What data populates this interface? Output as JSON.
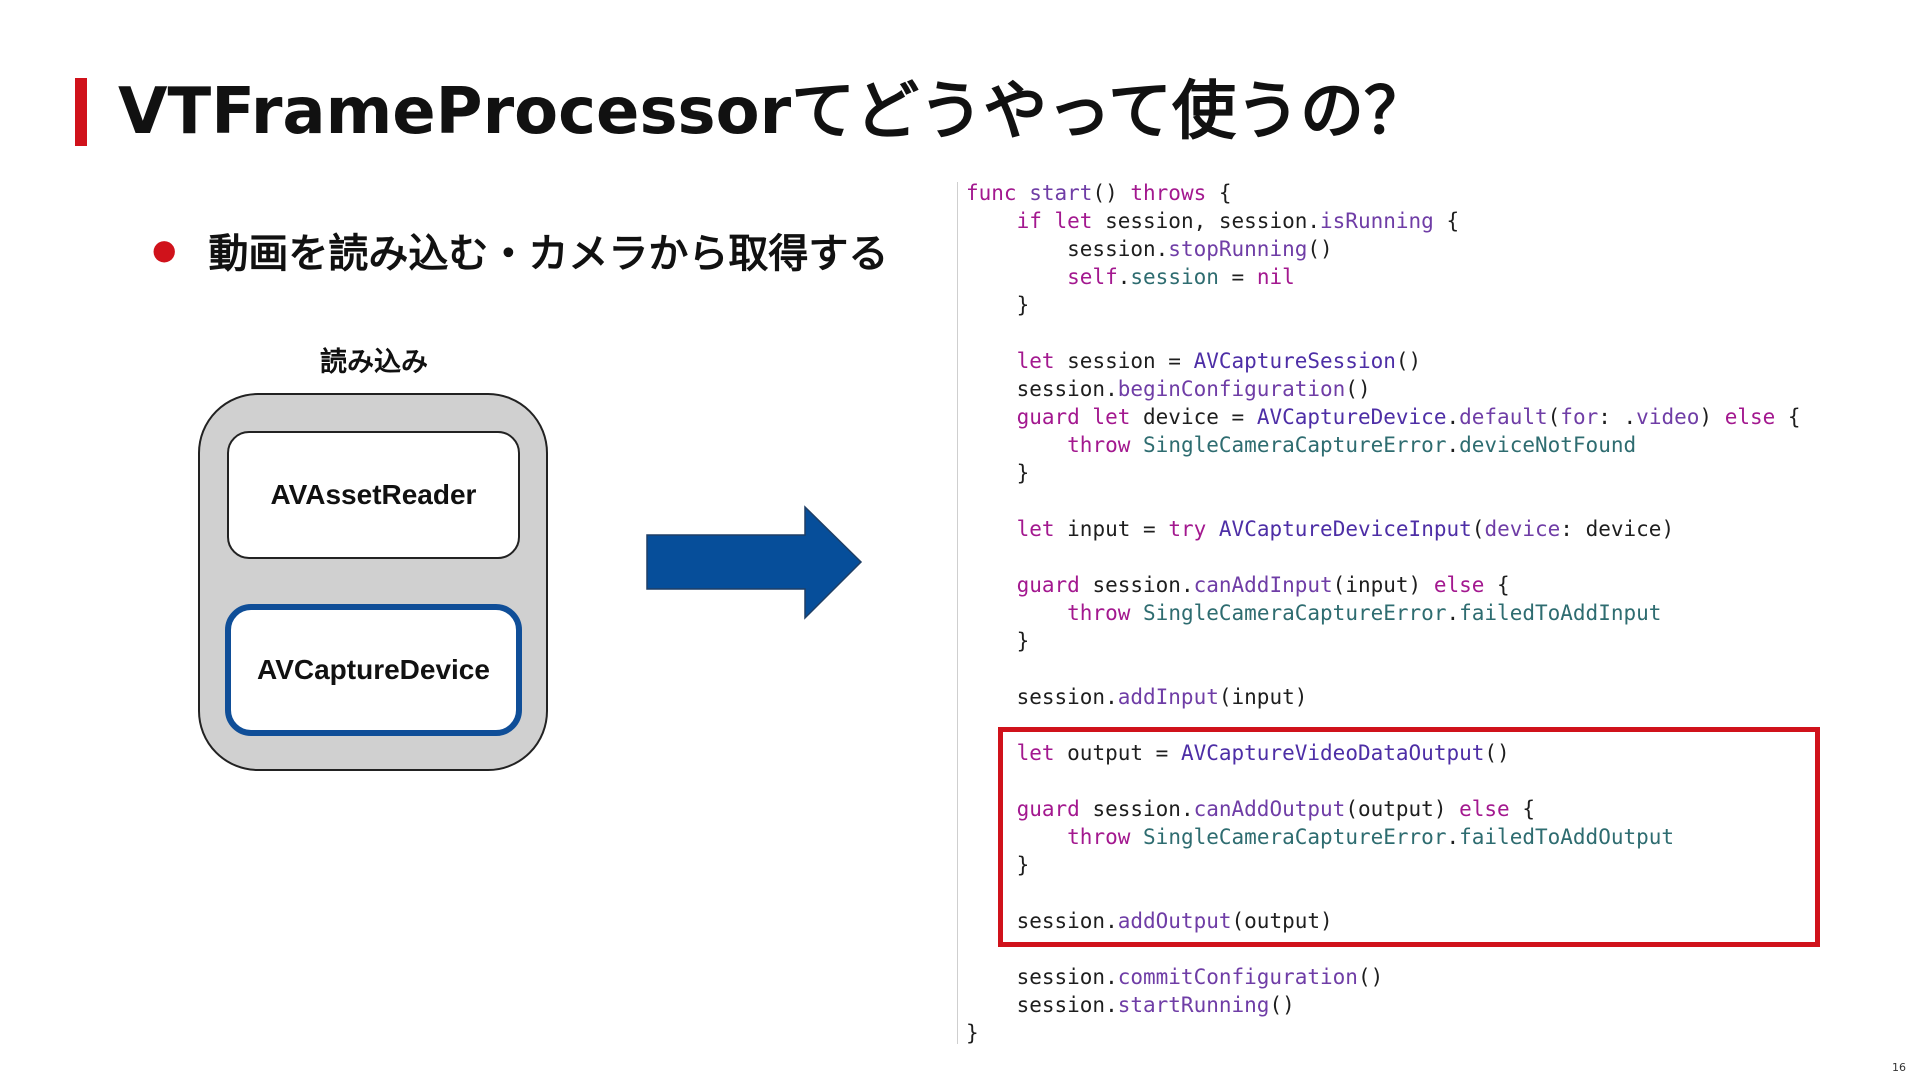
{
  "slide": {
    "title": "VTFrameProcessorてどうやって使うの？",
    "bullet": "動画を読み込む・カメラから取得する",
    "page_number": "16"
  },
  "diagram": {
    "label": "読み込み",
    "reader_label": "AVAssetReader",
    "device_label": "AVCaptureDevice"
  },
  "colors": {
    "accent_red": "#d0121b",
    "arrow_blue": "#064e9a",
    "device_border": "#0f4e98",
    "keyword": "#a3188f",
    "type": "#4d2ea6",
    "method": "#6f3da6",
    "enum_case": "#2e6c70",
    "plain": "#1e1e1e"
  },
  "code": {
    "lines": [
      [
        {
          "t": "func ",
          "c": "keyword"
        },
        {
          "t": "start",
          "c": "method"
        },
        {
          "t": "() ",
          "c": "plain"
        },
        {
          "t": "throws",
          "c": "keyword"
        },
        {
          "t": " {",
          "c": "plain"
        }
      ],
      [
        {
          "t": "    ",
          "c": "plain"
        },
        {
          "t": "if let",
          "c": "keyword"
        },
        {
          "t": " session, session.",
          "c": "plain"
        },
        {
          "t": "isRunning",
          "c": "method"
        },
        {
          "t": " {",
          "c": "plain"
        }
      ],
      [
        {
          "t": "        session.",
          "c": "plain"
        },
        {
          "t": "stopRunning",
          "c": "method"
        },
        {
          "t": "()",
          "c": "plain"
        }
      ],
      [
        {
          "t": "        ",
          "c": "plain"
        },
        {
          "t": "self",
          "c": "keyword"
        },
        {
          "t": ".",
          "c": "plain"
        },
        {
          "t": "session",
          "c": "enum_case"
        },
        {
          "t": " = ",
          "c": "plain"
        },
        {
          "t": "nil",
          "c": "keyword"
        }
      ],
      [
        {
          "t": "    }",
          "c": "plain"
        }
      ],
      [],
      [
        {
          "t": "    ",
          "c": "plain"
        },
        {
          "t": "let",
          "c": "keyword"
        },
        {
          "t": " session = ",
          "c": "plain"
        },
        {
          "t": "AVCaptureSession",
          "c": "type"
        },
        {
          "t": "()",
          "c": "plain"
        }
      ],
      [
        {
          "t": "    session.",
          "c": "plain"
        },
        {
          "t": "beginConfiguration",
          "c": "method"
        },
        {
          "t": "()",
          "c": "plain"
        }
      ],
      [
        {
          "t": "    ",
          "c": "plain"
        },
        {
          "t": "guard let",
          "c": "keyword"
        },
        {
          "t": " device = ",
          "c": "plain"
        },
        {
          "t": "AVCaptureDevice",
          "c": "type"
        },
        {
          "t": ".",
          "c": "plain"
        },
        {
          "t": "default",
          "c": "method"
        },
        {
          "t": "(",
          "c": "plain"
        },
        {
          "t": "for",
          "c": "method"
        },
        {
          "t": ": .",
          "c": "plain"
        },
        {
          "t": "video",
          "c": "method"
        },
        {
          "t": ") ",
          "c": "plain"
        },
        {
          "t": "else",
          "c": "keyword"
        },
        {
          "t": " {",
          "c": "plain"
        }
      ],
      [
        {
          "t": "        ",
          "c": "plain"
        },
        {
          "t": "throw",
          "c": "keyword"
        },
        {
          "t": " ",
          "c": "plain"
        },
        {
          "t": "SingleCameraCaptureError",
          "c": "enum_case"
        },
        {
          "t": ".",
          "c": "plain"
        },
        {
          "t": "deviceNotFound",
          "c": "enum_case"
        }
      ],
      [
        {
          "t": "    }",
          "c": "plain"
        }
      ],
      [],
      [
        {
          "t": "    ",
          "c": "plain"
        },
        {
          "t": "let",
          "c": "keyword"
        },
        {
          "t": " input = ",
          "c": "plain"
        },
        {
          "t": "try",
          "c": "keyword"
        },
        {
          "t": " ",
          "c": "plain"
        },
        {
          "t": "AVCaptureDeviceInput",
          "c": "type"
        },
        {
          "t": "(",
          "c": "plain"
        },
        {
          "t": "device",
          "c": "method"
        },
        {
          "t": ": device)",
          "c": "plain"
        }
      ],
      [],
      [
        {
          "t": "    ",
          "c": "plain"
        },
        {
          "t": "guard",
          "c": "keyword"
        },
        {
          "t": " session.",
          "c": "plain"
        },
        {
          "t": "canAddInput",
          "c": "method"
        },
        {
          "t": "(input) ",
          "c": "plain"
        },
        {
          "t": "else",
          "c": "keyword"
        },
        {
          "t": " {",
          "c": "plain"
        }
      ],
      [
        {
          "t": "        ",
          "c": "plain"
        },
        {
          "t": "throw",
          "c": "keyword"
        },
        {
          "t": " ",
          "c": "plain"
        },
        {
          "t": "SingleCameraCaptureError",
          "c": "enum_case"
        },
        {
          "t": ".",
          "c": "plain"
        },
        {
          "t": "failedToAddInput",
          "c": "enum_case"
        }
      ],
      [
        {
          "t": "    }",
          "c": "plain"
        }
      ],
      [],
      [
        {
          "t": "    session.",
          "c": "plain"
        },
        {
          "t": "addInput",
          "c": "method"
        },
        {
          "t": "(input)",
          "c": "plain"
        }
      ],
      [],
      [
        {
          "t": "    ",
          "c": "plain"
        },
        {
          "t": "let",
          "c": "keyword"
        },
        {
          "t": " output = ",
          "c": "plain"
        },
        {
          "t": "AVCaptureVideoDataOutput",
          "c": "type"
        },
        {
          "t": "()",
          "c": "plain"
        }
      ],
      [],
      [
        {
          "t": "    ",
          "c": "plain"
        },
        {
          "t": "guard",
          "c": "keyword"
        },
        {
          "t": " session.",
          "c": "plain"
        },
        {
          "t": "canAddOutput",
          "c": "method"
        },
        {
          "t": "(output) ",
          "c": "plain"
        },
        {
          "t": "else",
          "c": "keyword"
        },
        {
          "t": " {",
          "c": "plain"
        }
      ],
      [
        {
          "t": "        ",
          "c": "plain"
        },
        {
          "t": "throw",
          "c": "keyword"
        },
        {
          "t": " ",
          "c": "plain"
        },
        {
          "t": "SingleCameraCaptureError",
          "c": "enum_case"
        },
        {
          "t": ".",
          "c": "plain"
        },
        {
          "t": "failedToAddOutput",
          "c": "enum_case"
        }
      ],
      [
        {
          "t": "    }",
          "c": "plain"
        }
      ],
      [],
      [
        {
          "t": "    session.",
          "c": "plain"
        },
        {
          "t": "addOutput",
          "c": "method"
        },
        {
          "t": "(output)",
          "c": "plain"
        }
      ],
      [],
      [
        {
          "t": "    session.",
          "c": "plain"
        },
        {
          "t": "commitConfiguration",
          "c": "method"
        },
        {
          "t": "()",
          "c": "plain"
        }
      ],
      [
        {
          "t": "    session.",
          "c": "plain"
        },
        {
          "t": "startRunning",
          "c": "method"
        },
        {
          "t": "()",
          "c": "plain"
        }
      ],
      [
        {
          "t": "}",
          "c": "plain"
        }
      ]
    ]
  }
}
